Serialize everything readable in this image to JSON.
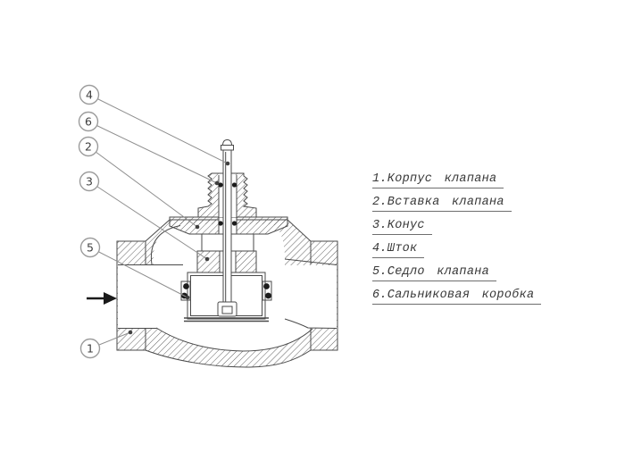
{
  "diagram": {
    "title_hint": "",
    "callouts": [
      {
        "number": "4"
      },
      {
        "number": "6"
      },
      {
        "number": "2"
      },
      {
        "number": "3"
      },
      {
        "number": "5"
      },
      {
        "number": "1"
      }
    ],
    "legend": {
      "items": [
        {
          "text": "1.Корпус клапана"
        },
        {
          "text": "2.Вставка клапана"
        },
        {
          "text": "3.Конус"
        },
        {
          "text": "4.Шток"
        },
        {
          "text": "5.Седло клапана"
        },
        {
          "text": "6.Сальниковая коробка"
        }
      ]
    },
    "colors": {
      "line": "#4a4a4a",
      "callout_circle": "#9b9b9b",
      "legend_text": "#383838",
      "seal_black": "#1c1c1c",
      "leader_line": "#8f8f8f",
      "background": "#ffffff"
    }
  }
}
